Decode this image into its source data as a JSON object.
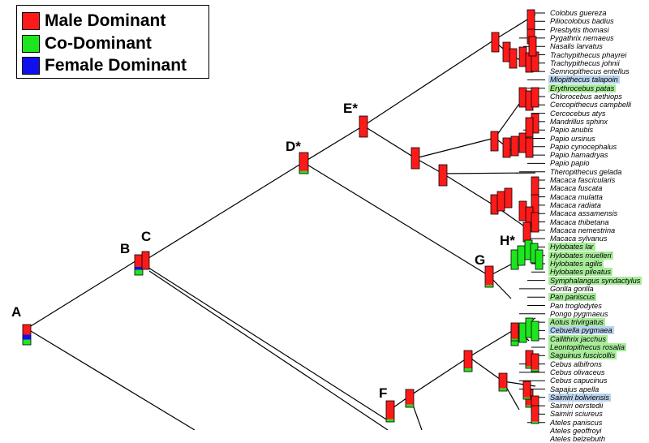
{
  "legend": {
    "items": [
      {
        "label": "Male Dominant",
        "color": "#ff1a1a"
      },
      {
        "label": "Co-Dominant",
        "color": "#1ee61e"
      },
      {
        "label": "Female Dominant",
        "color": "#1010ee"
      }
    ]
  },
  "nodes": [
    {
      "label": "A"
    },
    {
      "label": "B"
    },
    {
      "label": "C"
    },
    {
      "label": "D*"
    },
    {
      "label": "E*"
    },
    {
      "label": "F"
    },
    {
      "label": "G"
    },
    {
      "label": "H*"
    }
  ],
  "taxa": [
    {
      "name": "Colobus guereza",
      "highlight": ""
    },
    {
      "name": "Piliocolobus badius",
      "highlight": ""
    },
    {
      "name": "Presbytis thomasi",
      "highlight": ""
    },
    {
      "name": "Pygathrix nemaeus",
      "highlight": ""
    },
    {
      "name": "Nasalis larvatus",
      "highlight": ""
    },
    {
      "name": "Trachypithecus phayrei",
      "highlight": ""
    },
    {
      "name": "Trachypithecus johnii",
      "highlight": ""
    },
    {
      "name": "Semnopithecus entellus",
      "highlight": ""
    },
    {
      "name": "Miopithecus talapoin",
      "highlight": "blue"
    },
    {
      "name": "Erythrocebus patas",
      "highlight": "green"
    },
    {
      "name": "Chlorocebus aethiops",
      "highlight": ""
    },
    {
      "name": "Cercopithecus campbelli",
      "highlight": ""
    },
    {
      "name": "Cercocebus atys",
      "highlight": ""
    },
    {
      "name": "Mandrillus sphinx",
      "highlight": ""
    },
    {
      "name": "Papio anubis",
      "highlight": ""
    },
    {
      "name": "Papio ursinus",
      "highlight": ""
    },
    {
      "name": "Papio cynocephalus",
      "highlight": ""
    },
    {
      "name": "Papio hamadryas",
      "highlight": ""
    },
    {
      "name": "Papio papio",
      "highlight": ""
    },
    {
      "name": "Theropithecus gelada",
      "highlight": ""
    },
    {
      "name": "Macaca fascicularis",
      "highlight": ""
    },
    {
      "name": "Macaca fuscata",
      "highlight": ""
    },
    {
      "name": "Macaca mulatta",
      "highlight": ""
    },
    {
      "name": "Macaca radiata",
      "highlight": ""
    },
    {
      "name": "Macaca assamensis",
      "highlight": ""
    },
    {
      "name": "Macaca thibetana",
      "highlight": ""
    },
    {
      "name": "Macaca nemestrina",
      "highlight": ""
    },
    {
      "name": "Macaca sylvanus",
      "highlight": ""
    },
    {
      "name": "Hylobates lar",
      "highlight": "green"
    },
    {
      "name": "Hylobates muelleri",
      "highlight": "green"
    },
    {
      "name": "Hylobates agilis",
      "highlight": "green"
    },
    {
      "name": "Hylobates pileatus",
      "highlight": "green"
    },
    {
      "name": "Symphalangus syndactylus",
      "highlight": "green"
    },
    {
      "name": "Gorilla gorilla",
      "highlight": ""
    },
    {
      "name": "Pan paniscus",
      "highlight": "green"
    },
    {
      "name": "Pan troglodytes",
      "highlight": ""
    },
    {
      "name": "Pongo pygmaeus",
      "highlight": ""
    },
    {
      "name": "Aotus trivirgatus",
      "highlight": "green"
    },
    {
      "name": "Cebuella pygmaea",
      "highlight": "blue"
    },
    {
      "name": "Callithrix jacchus",
      "highlight": "green"
    },
    {
      "name": "Leontopithecus rosalia",
      "highlight": "green"
    },
    {
      "name": "Saguinus fuscicollis",
      "highlight": "green"
    },
    {
      "name": "Cebus albifrons",
      "highlight": ""
    },
    {
      "name": "Cebus olivaceus",
      "highlight": ""
    },
    {
      "name": "Cebus capucinus",
      "highlight": ""
    },
    {
      "name": "Sapajus apella",
      "highlight": ""
    },
    {
      "name": "Saimiri boliviensis",
      "highlight": "blue"
    },
    {
      "name": "Saimiri oerstedii",
      "highlight": ""
    },
    {
      "name": "Saimiri sciureus",
      "highlight": ""
    },
    {
      "name": "Ateles paniscus",
      "highlight": ""
    },
    {
      "name": "Ateles geoffroyi",
      "highlight": ""
    },
    {
      "name": "Ateles belzebuth",
      "highlight": ""
    }
  ]
}
